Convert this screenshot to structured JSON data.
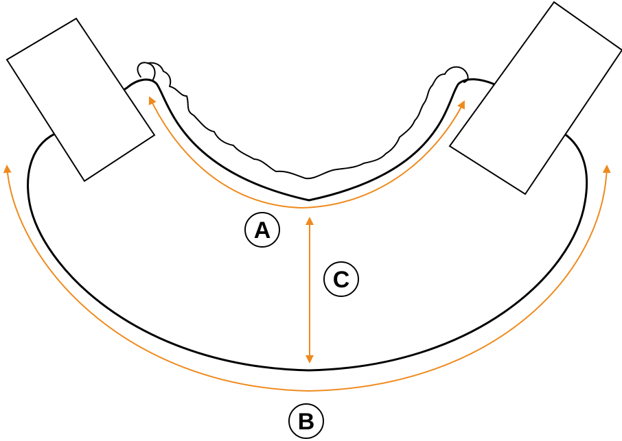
{
  "colors": {
    "measurement": "#EE8A1D",
    "outline": "#000000",
    "background": "#FFFFFF"
  },
  "labels": {
    "a": "A",
    "b": "B",
    "c": "C"
  }
}
